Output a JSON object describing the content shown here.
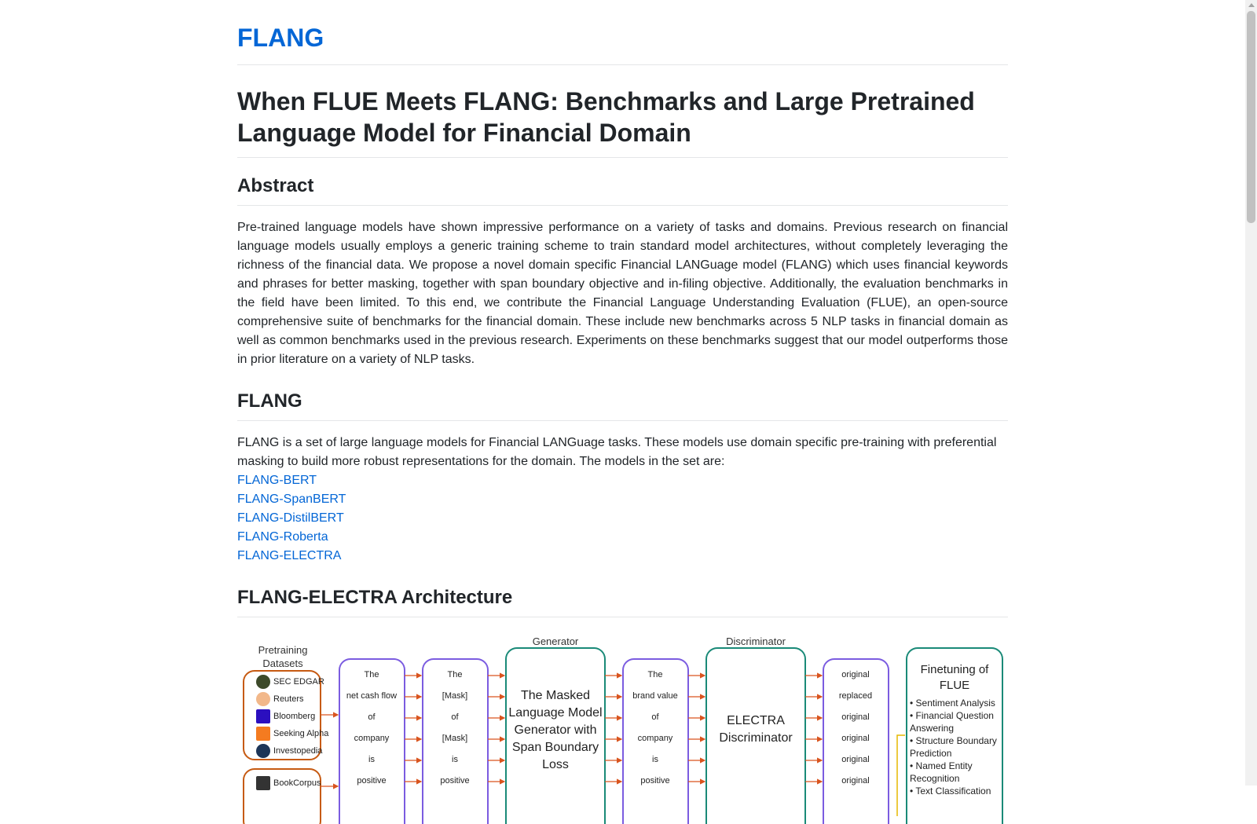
{
  "site": {
    "title": "FLANG"
  },
  "paper": {
    "title": "When FLUE Meets FLANG: Benchmarks and Large Pretrained Language Model for Financial Domain"
  },
  "abstract": {
    "heading": "Abstract",
    "text": "Pre-trained language models have shown impressive performance on a variety of tasks and domains. Previous research on financial language models usually employs a generic training scheme to train standard model architectures, without completely leveraging the richness of the financial data. We propose a novel domain specific Financial LANGuage model (FLANG) which uses financial keywords and phrases for better masking, together with span boundary objective and in-filing objective. Additionally, the evaluation benchmarks in the field have been limited. To this end, we contribute the Financial Language Understanding Evaluation (FLUE), an open-source comprehensive suite of benchmarks for the financial domain. These include new benchmarks across 5 NLP tasks in financial domain as well as common benchmarks used in the previous research. Experiments on these benchmarks suggest that our model outperforms those in prior literature on a variety of NLP tasks."
  },
  "flang": {
    "heading": "FLANG",
    "text": "FLANG is a set of large language models for Financial LANGuage tasks. These models use domain specific pre-training with preferential masking to build more robust representations for the domain. The models in the set are:",
    "models": [
      "FLANG-BERT",
      "FLANG-SpanBERT",
      "FLANG-DistilBERT",
      "FLANG-Roberta",
      "FLANG-ELECTRA"
    ]
  },
  "architecture": {
    "heading": "FLANG-ELECTRA Architecture",
    "figure": {
      "pretraining_label": "Pretraining Datasets",
      "datasets": [
        "SEC EDGAR",
        "Reuters",
        "Bloomberg",
        "Seeking Alpha",
        "Investopedia"
      ],
      "datasets2": [
        "BookCorpus"
      ],
      "input_tokens": [
        "The",
        "net cash flow",
        "of",
        "company",
        "is",
        "positive"
      ],
      "masked_tokens": [
        "The",
        "[Mask]",
        "of",
        "[Mask]",
        "is",
        "positive"
      ],
      "generator_label": "Generator",
      "generator_text": "The Masked Language Model Generator with Span Boundary Loss",
      "generated_tokens": [
        "The",
        "brand value",
        "of",
        "company",
        "is",
        "positive"
      ],
      "discriminator_label": "Discriminator",
      "discriminator_text": "ELECTRA Discriminator",
      "output_labels": [
        "original",
        "replaced",
        "original",
        "original",
        "original",
        "original"
      ],
      "finetune_title": "Finetuning of FLUE",
      "flue_tasks": [
        "Sentiment Analysis",
        "Financial Question Answering",
        "Structure Boundary Prediction",
        "Named Entity Recognition",
        "Text Classification"
      ],
      "colors": {
        "dataset_box": "#c65a12",
        "token_box": "#7b5ce0",
        "model_box": "#1a8a78",
        "arrow": "#d9541e",
        "flue_arrow": "#e6b800"
      }
    }
  }
}
